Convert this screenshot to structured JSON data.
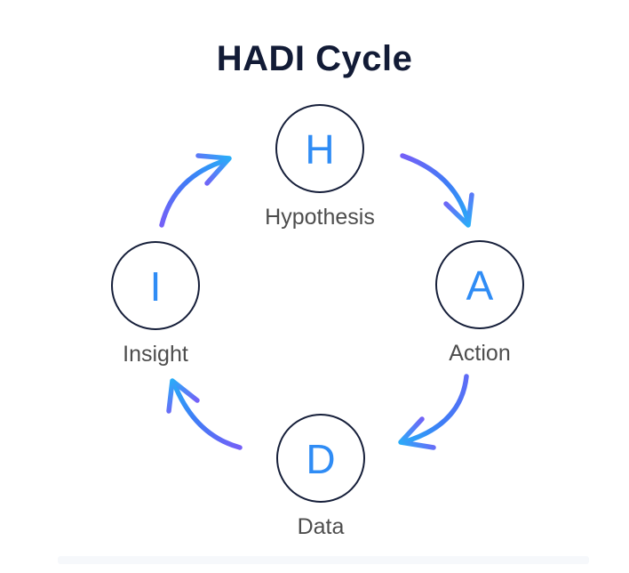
{
  "title": "HADI Cycle",
  "diagram": {
    "type": "cycle",
    "direction": "clockwise",
    "nodes": [
      {
        "letter": "H",
        "label": "Hypothesis"
      },
      {
        "letter": "A",
        "label": "Action"
      },
      {
        "letter": "D",
        "label": "Data"
      },
      {
        "letter": "I",
        "label": "Insight"
      }
    ],
    "arrows": [
      {
        "from": "Hypothesis",
        "to": "Action"
      },
      {
        "from": "Action",
        "to": "Data"
      },
      {
        "from": "Data",
        "to": "Insight"
      },
      {
        "from": "Insight",
        "to": "Hypothesis"
      }
    ]
  },
  "colors": {
    "background": "#FFFFFF",
    "title_text": "#121B36",
    "circle_outline": "#161F3A",
    "circle_letter": "#2F8CF5",
    "node_label": "#4D4D4D",
    "arrow_gradient_start": "#7460F7",
    "arrow_gradient_mid": "#3E7DF6",
    "arrow_gradient_end": "#29ACF8",
    "bottom_bar": "#F6F8FB"
  }
}
